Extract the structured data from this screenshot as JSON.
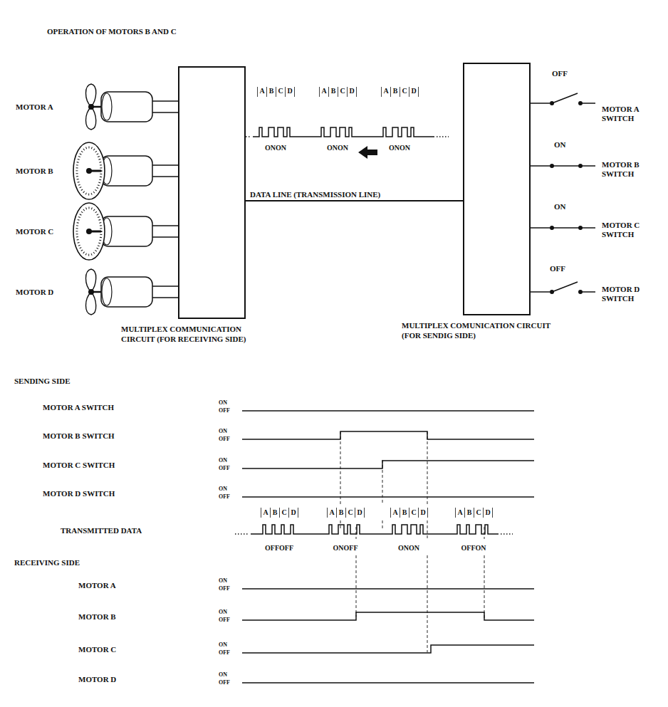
{
  "diagram": {
    "title": "OPERATION OF MOTORS B AND C",
    "nodes": [
      {
        "text": [
          "MULTIPLEX COMMUNICATION CIRCUIT (FOR RECEIVING SIDE)"
        ]
      },
      {
        "text": [
          "MULTIPLEX COMUNICATION CIRCUIT (FOR SENDIG SIDE)"
        ]
      }
    ],
    "edges": [
      {
        "from": 0,
        "to": 1,
        "arrow": "none",
        "label": "DATA LINE (TRANSMISSION LINE)"
      }
    ],
    "labels": [
      "MOTOR A",
      "MOTOR B",
      "MOTOR C",
      "MOTOR D",
      "OFF",
      "MOTOR A SWITCH",
      "ON",
      "MOTOR B SWITCH",
      "ON",
      "MOTOR C SWITCH",
      "OFF",
      "MOTOR D SWITCH",
      "A",
      "B",
      "C",
      "D",
      "A",
      "B",
      "C",
      "D",
      "A",
      "B",
      "C",
      "D",
      "ONON",
      "ONON",
      "ONON",
      "SENDING SIDE",
      "MOTOR A SWITCH",
      "ON",
      "OFF",
      "MOTOR B SWITCH",
      "ON",
      "OFF",
      "MOTOR C SWITCH",
      "ON",
      "OFF",
      "MOTOR D SWITCH",
      "ON",
      "OFF",
      "TRANSMITTED DATA",
      "A",
      "B",
      "C",
      "D",
      "A",
      "B",
      "C",
      "D",
      "A",
      "B",
      "C",
      "D",
      "A",
      "B",
      "C",
      "D",
      "OFFOFF",
      "ONOFF",
      "ONON",
      "OFFON",
      "RECEIVING SIDE",
      "MOTOR A",
      "ON",
      "OFF",
      "MOTOR B",
      "ON",
      "OFF",
      "MOTOR C",
      "ON",
      "OFF",
      "MOTOR D",
      "ON",
      "OFF"
    ]
  }
}
